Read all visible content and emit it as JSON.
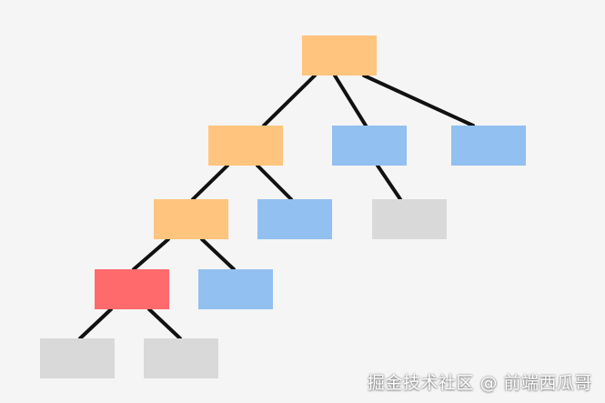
{
  "colors": {
    "background": "#f5f5f5",
    "edge": "#111111",
    "orange": "#ffc47e",
    "blue": "#92c0f0",
    "red": "#ff6a6c",
    "gray": "#d9d9d9"
  },
  "tree": {
    "nodes": [
      {
        "id": "root",
        "color": "orange"
      },
      {
        "id": "l1-a",
        "color": "orange"
      },
      {
        "id": "l1-b",
        "color": "blue"
      },
      {
        "id": "l1-c",
        "color": "blue"
      },
      {
        "id": "l2-a",
        "color": "orange"
      },
      {
        "id": "l2-b",
        "color": "blue"
      },
      {
        "id": "l2-c",
        "color": "gray"
      },
      {
        "id": "l3-a",
        "color": "red"
      },
      {
        "id": "l3-b",
        "color": "blue"
      },
      {
        "id": "l4-a",
        "color": "gray"
      },
      {
        "id": "l4-b",
        "color": "gray"
      }
    ],
    "edges": [
      [
        "root",
        "l1-a"
      ],
      [
        "root",
        "l1-b"
      ],
      [
        "root",
        "l1-c"
      ],
      [
        "l1-a",
        "l2-a"
      ],
      [
        "l1-a",
        "l2-b"
      ],
      [
        "l1-b",
        "l2-c"
      ],
      [
        "l2-a",
        "l3-a"
      ],
      [
        "l2-a",
        "l3-b"
      ],
      [
        "l3-a",
        "l4-a"
      ],
      [
        "l3-a",
        "l4-b"
      ]
    ]
  },
  "watermark": "掘金技术社区 @ 前端西瓜哥"
}
